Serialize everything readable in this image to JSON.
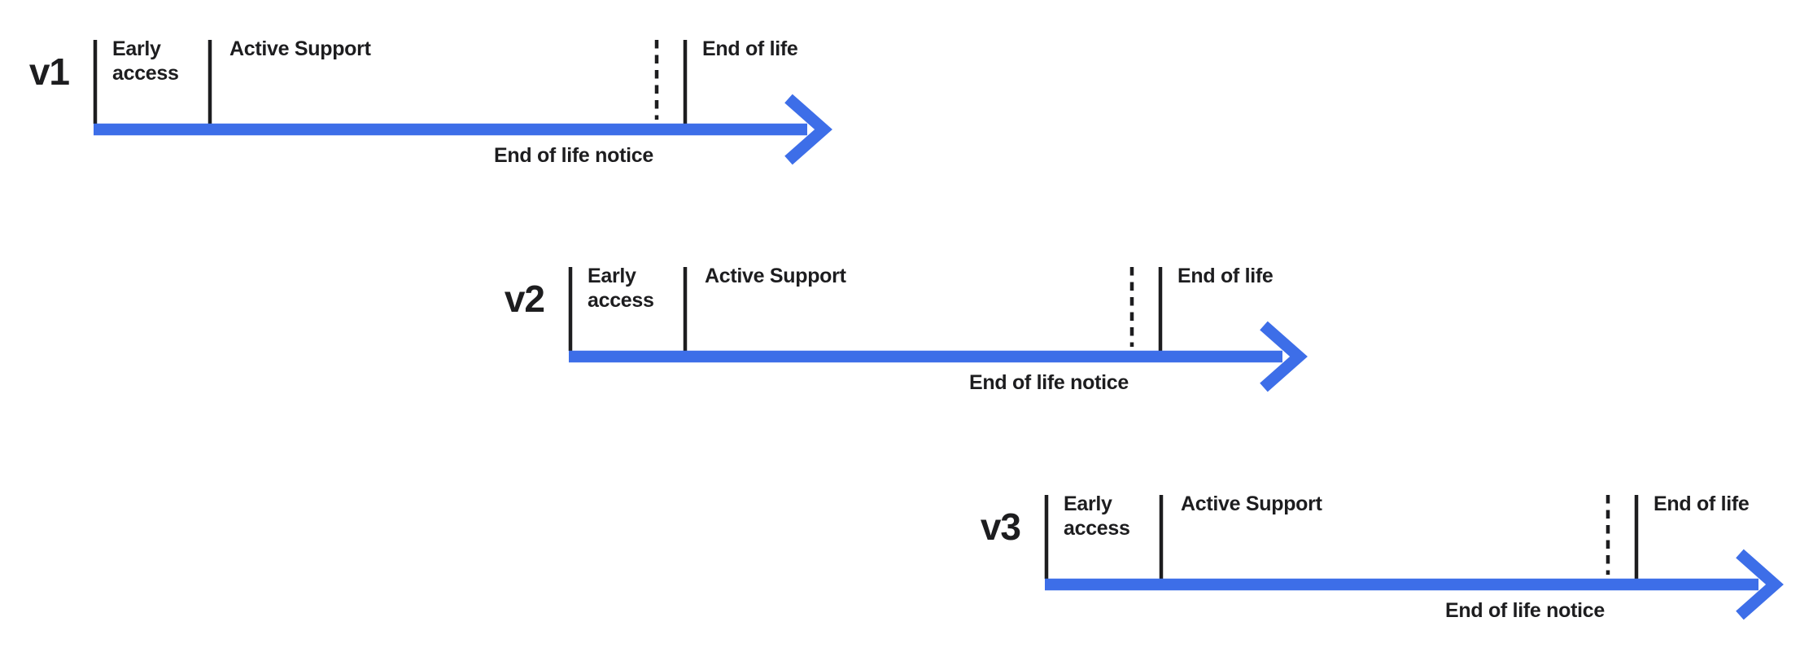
{
  "colors": {
    "arrow_blue": "#3D6EE8",
    "text_dark": "#1D1D1F"
  },
  "timelines": [
    {
      "version": "v1",
      "early_access_label": "Early access",
      "active_support_label": "Active Support",
      "end_of_life_label": "End of life",
      "end_of_life_notice_label": "End of life notice"
    },
    {
      "version": "v2",
      "early_access_label": "Early access",
      "active_support_label": "Active Support",
      "end_of_life_label": "End of life",
      "end_of_life_notice_label": "End of life notice"
    },
    {
      "version": "v3",
      "early_access_label": "Early access",
      "active_support_label": "Active Support",
      "end_of_life_label": "End of life",
      "end_of_life_notice_label": "End of life notice"
    }
  ]
}
